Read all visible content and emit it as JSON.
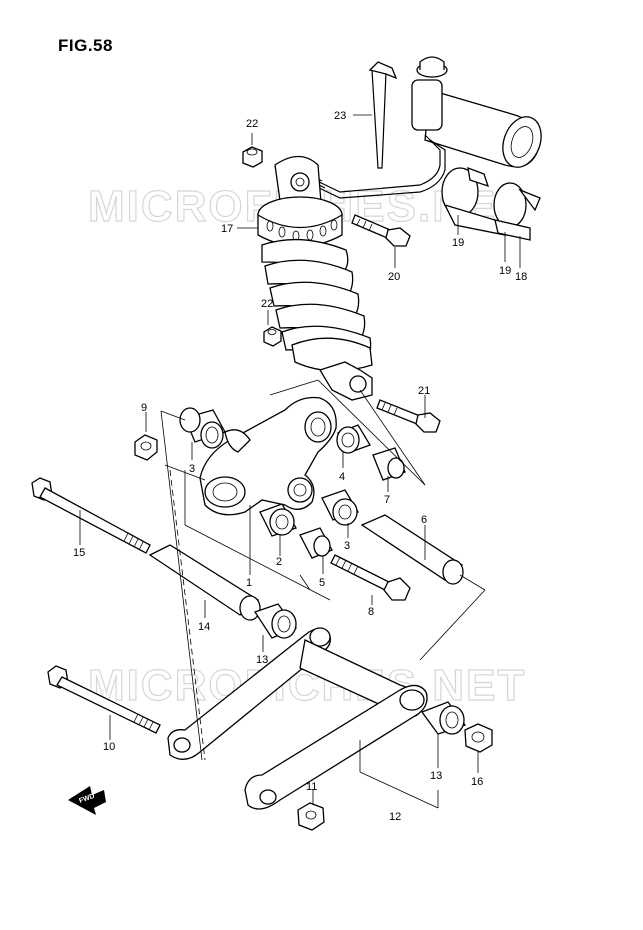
{
  "figure": {
    "title": "FIG.58"
  },
  "watermark": {
    "text": "MICROFICHES.NET"
  },
  "fwd_label": "FWD",
  "labels": {
    "p1": "1",
    "p2": "2",
    "p3a": "3",
    "p3b": "3",
    "p4": "4",
    "p5": "5",
    "p6": "6",
    "p7": "7",
    "p8": "8",
    "p9": "9",
    "p10": "10",
    "p11": "11",
    "p12": "12",
    "p13a": "13",
    "p13b": "13",
    "p14": "14",
    "p15": "15",
    "p16": "16",
    "p17": "17",
    "p18": "18",
    "p19a": "19",
    "p19b": "19",
    "p20": "20",
    "p21": "21",
    "p22a": "22",
    "p22b": "22",
    "p23": "23"
  }
}
